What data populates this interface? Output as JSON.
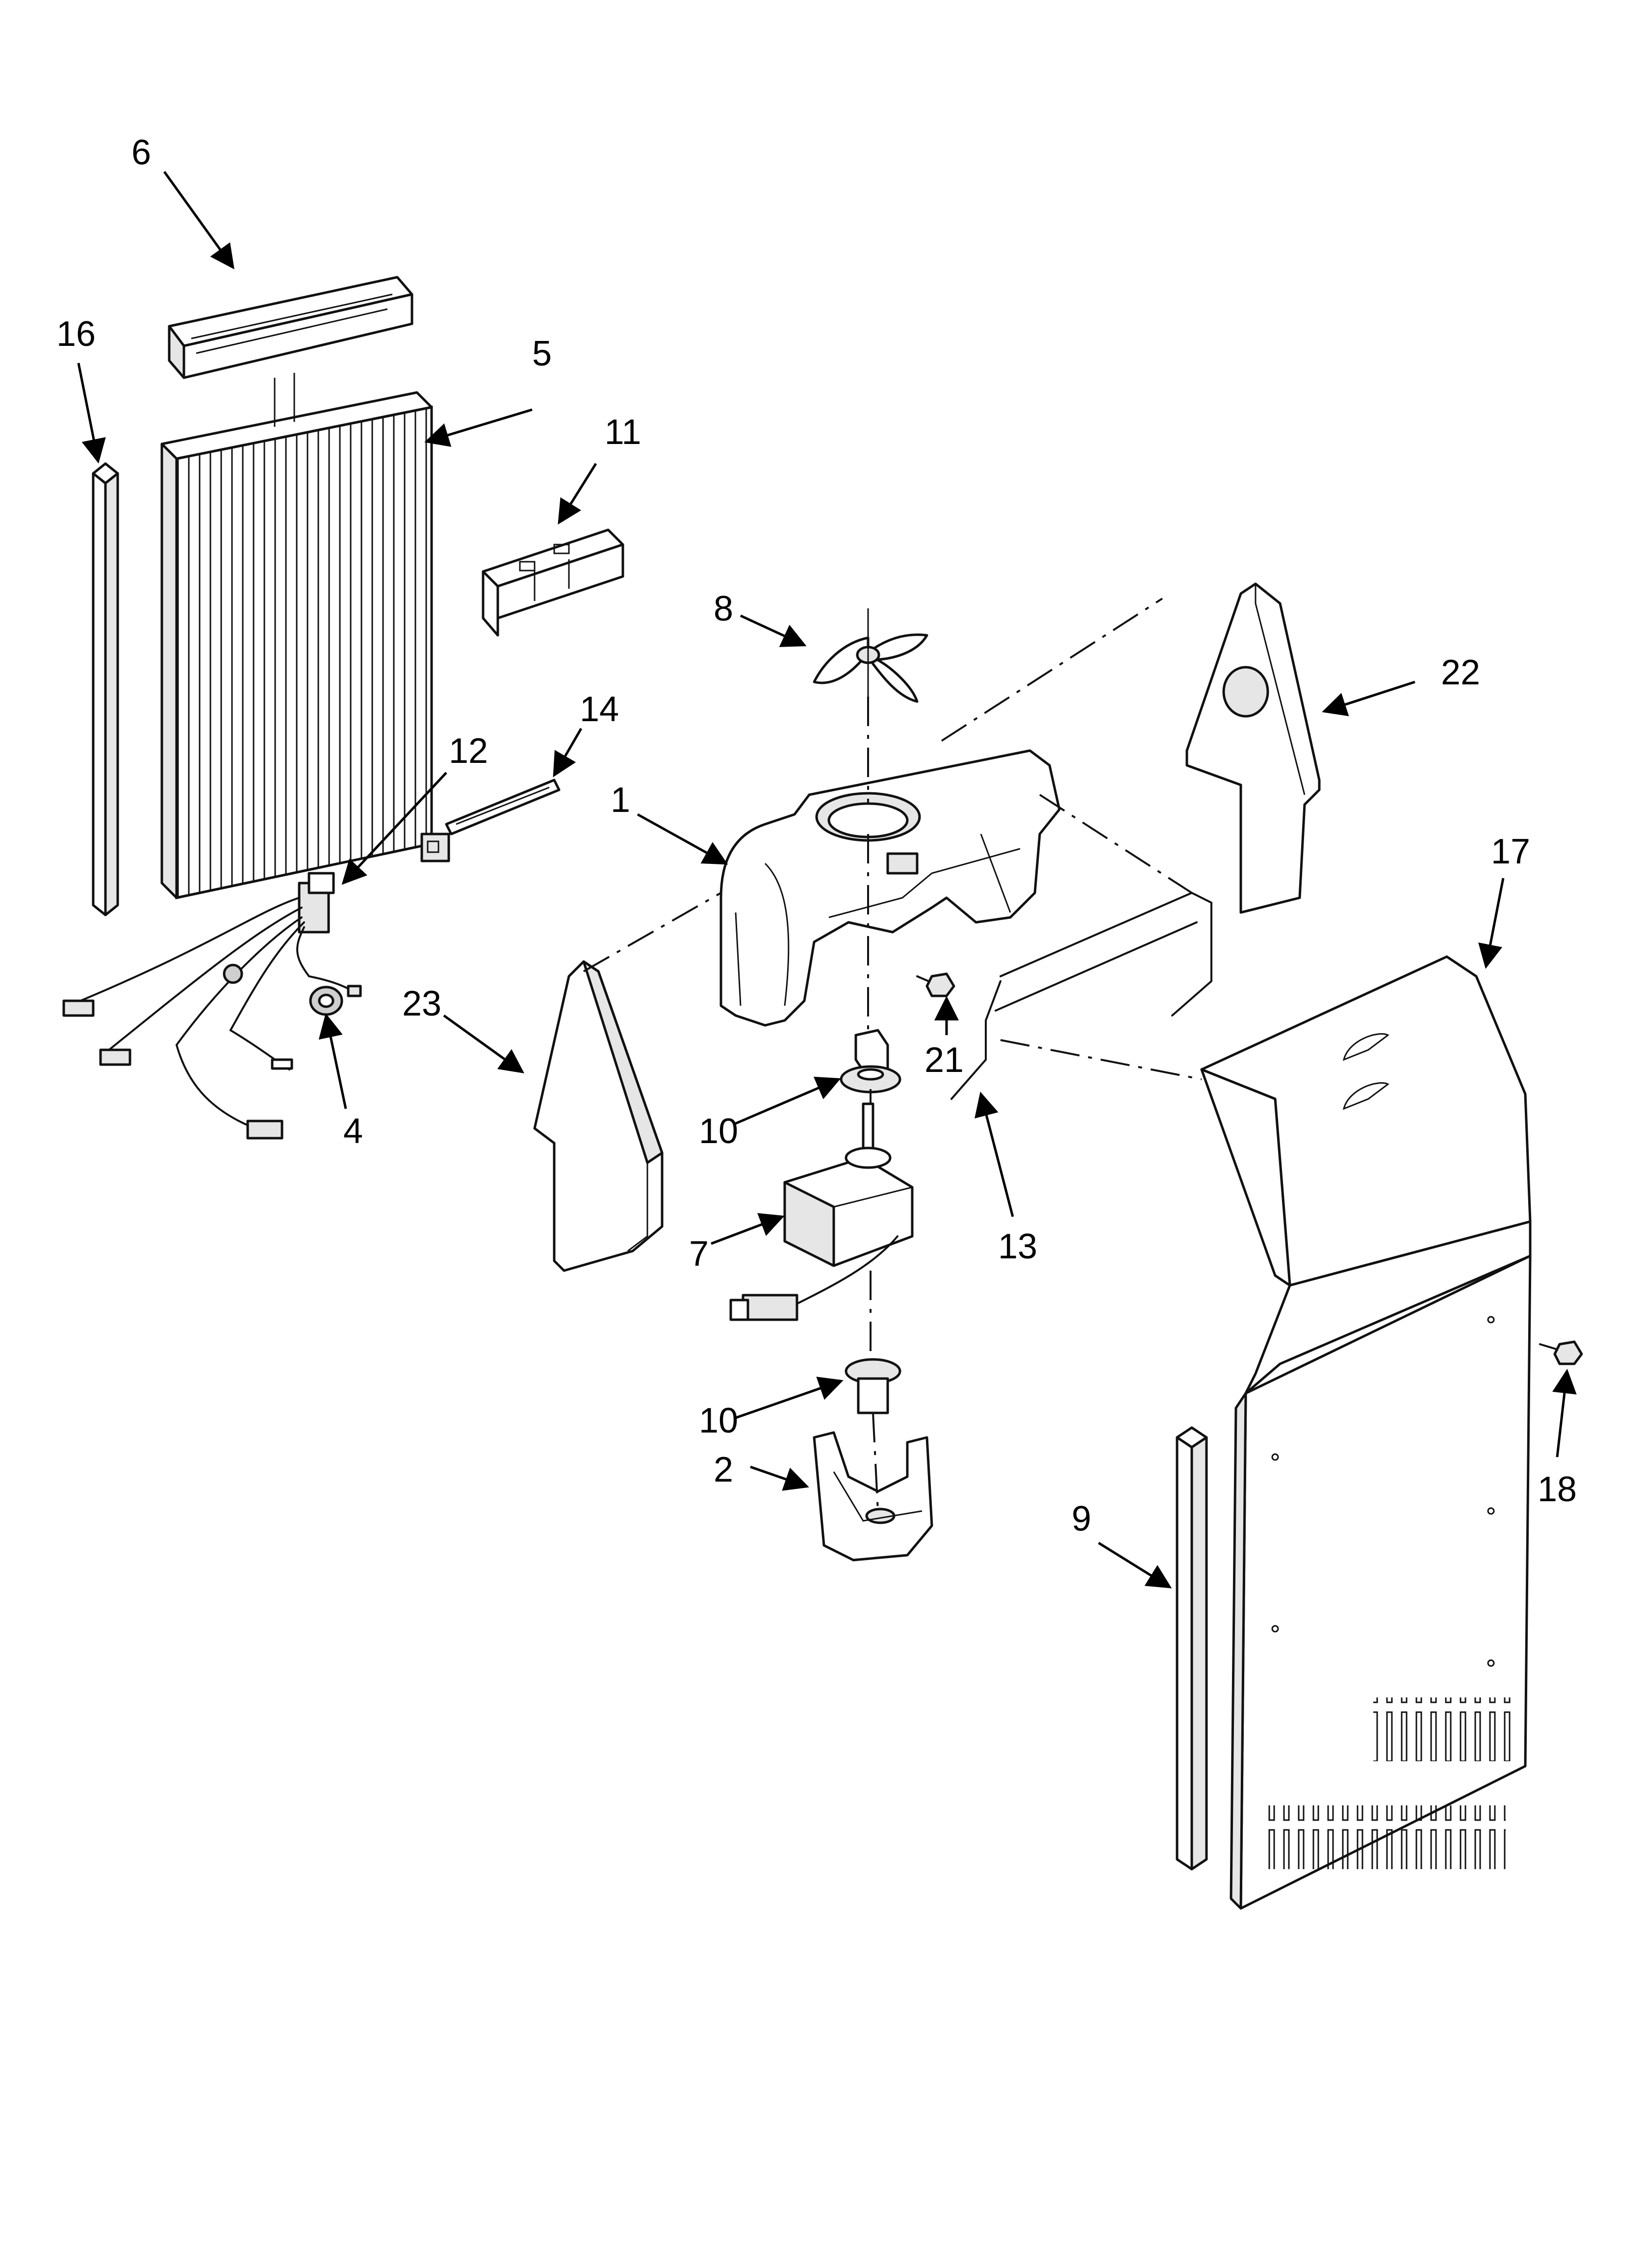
{
  "callouts": [
    {
      "id": "1",
      "label": "1"
    },
    {
      "id": "2",
      "label": "2"
    },
    {
      "id": "4",
      "label": "4"
    },
    {
      "id": "5",
      "label": "5"
    },
    {
      "id": "6",
      "label": "6"
    },
    {
      "id": "7",
      "label": "7"
    },
    {
      "id": "8",
      "label": "8"
    },
    {
      "id": "9",
      "label": "9"
    },
    {
      "id": "10a",
      "label": "10"
    },
    {
      "id": "10b",
      "label": "10"
    },
    {
      "id": "11",
      "label": "11"
    },
    {
      "id": "12",
      "label": "12"
    },
    {
      "id": "13",
      "label": "13"
    },
    {
      "id": "14",
      "label": "14"
    },
    {
      "id": "16",
      "label": "16"
    },
    {
      "id": "17",
      "label": "17"
    },
    {
      "id": "18",
      "label": "18"
    },
    {
      "id": "21",
      "label": "21"
    },
    {
      "id": "22",
      "label": "22"
    },
    {
      "id": "23",
      "label": "23"
    }
  ],
  "colors": {
    "line": "#111111",
    "fill": "#ffffff",
    "shade": "#e6e6e6"
  }
}
